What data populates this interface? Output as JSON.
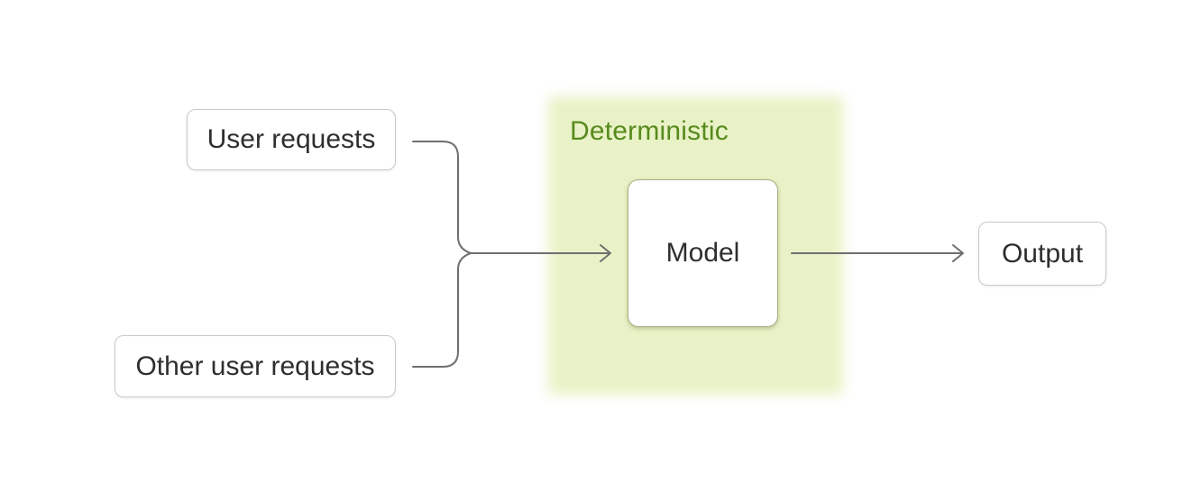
{
  "diagram": {
    "nodes": {
      "user_requests": {
        "label": "User requests"
      },
      "other_user_requests": {
        "label": "Other user requests"
      },
      "model": {
        "label": "Model"
      },
      "output": {
        "label": "Output"
      }
    },
    "region": {
      "label": "Deterministic",
      "fill_color": "#e9f2c6",
      "label_color": "#578a1d",
      "contains": [
        "model"
      ]
    },
    "connections": [
      {
        "from": "user_requests",
        "to": "model",
        "style": "merge-arrow"
      },
      {
        "from": "other_user_requests",
        "to": "model",
        "style": "merge-arrow"
      },
      {
        "from": "model",
        "to": "output",
        "style": "arrow"
      }
    ],
    "colors": {
      "connector": "#6f6f6f",
      "node_border": "#c9c9c9",
      "model_border": "#a6ae83",
      "text": "#2e2e2e",
      "canvas_background": "#ffffff"
    }
  }
}
